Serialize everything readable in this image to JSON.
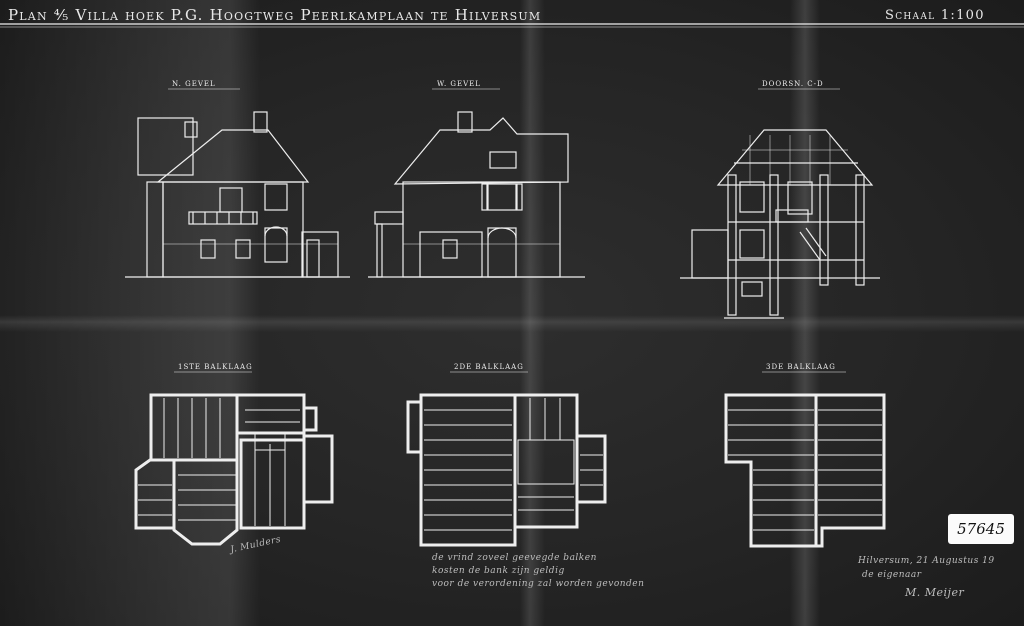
{
  "header": {
    "title": "Plan ⅘ Villa hoek P.G. Hoogtweg Peerlkamplaan te Hilversum",
    "scale": "Schaal 1:100"
  },
  "elevations": {
    "north": "N. Gevel",
    "west": "W. Gevel",
    "section": "Doorsn. C-D"
  },
  "floorplans": {
    "first": "1ste Balklaag",
    "second": "2de Balklaag",
    "third": "3de Balklaag"
  },
  "stamp": {
    "number": "57645"
  },
  "handwriting": {
    "left": "J. Mulders",
    "middle_1": "de vrind zoveel geevegde balken",
    "middle_2": "kosten de bank zijn geldig",
    "middle_3": "voor de verordening zal worden gevonden",
    "right_1": "Hilversum, 21 Augustus 19",
    "right_2": "de eigenaar",
    "right_3": "M. Meijer"
  },
  "colors": {
    "paper": "#262626",
    "ink": "#f2f2f2"
  }
}
